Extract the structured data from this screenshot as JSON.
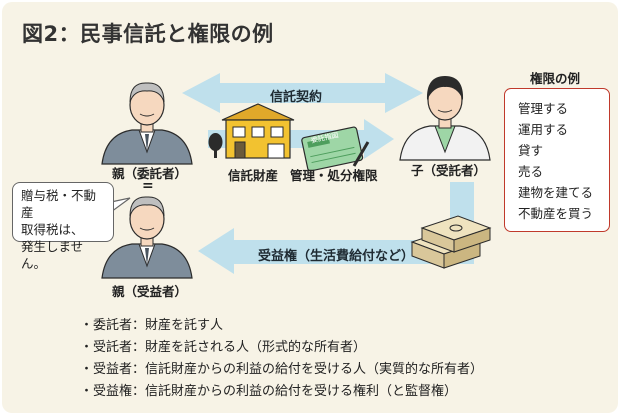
{
  "title": "図2：民事信託と権限の例",
  "arrows": {
    "top": "信託契約",
    "bottom": "受益権（生活費給付など）"
  },
  "people": {
    "settlor": "親（委託者）",
    "equals": "=",
    "beneficiary": "親（受益者）",
    "trustee": "子（受託者）"
  },
  "items": {
    "property": "信託財産",
    "authority": "管理・処分権限",
    "card": "委託指図"
  },
  "bubble": {
    "lines": [
      "贈与税・不動産",
      "取得税は、",
      "発生しません。"
    ]
  },
  "rights": {
    "title": "権限の例",
    "items": [
      "管理する",
      "運用する",
      "貸す",
      "売る",
      "建物を建てる",
      "不動産を買う"
    ]
  },
  "definitions": [
    "・委託者：財産を託す人",
    "・受託者：財産を託される人（形式的な所有者）",
    "・受益者：信託財産からの利益の給付を受ける人（実質的な所有者）",
    "・受益権：信託財産からの利益の給付を受ける権利（と監督権）"
  ],
  "colors": {
    "background": "#f7f3e6",
    "arrow": "#bfe0ec",
    "rights_border": "#c0392b",
    "suit": "#7e8d9b",
    "house": "#f2c230",
    "card": "#9ed6a6",
    "money": "#d9c79a"
  }
}
